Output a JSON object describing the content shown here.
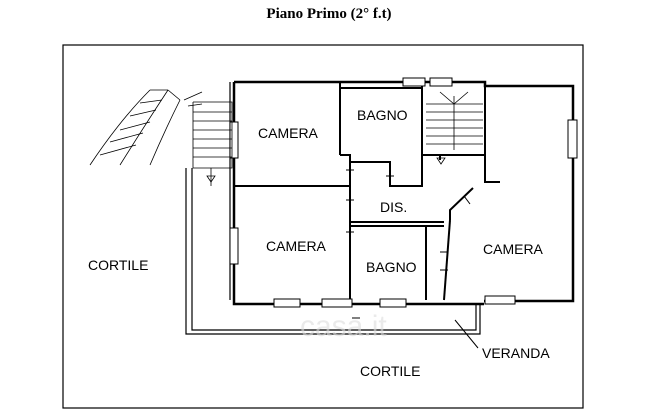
{
  "title": "Piano Primo (2° f.t)",
  "rooms": {
    "camera_top_left": "CAMERA",
    "bagno_top": "BAGNO",
    "dis": "DIS.",
    "camera_mid_left": "CAMERA",
    "bagno_bottom": "BAGNO",
    "camera_right": "CAMERA"
  },
  "outdoor": {
    "cortile_left": "CORTILE",
    "cortile_bottom": "CORTILE",
    "veranda": "VERANDA"
  },
  "watermark": "casa.it"
}
